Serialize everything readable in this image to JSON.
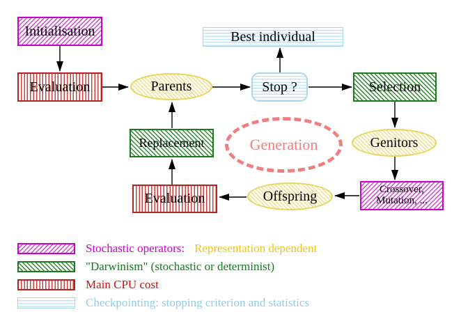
{
  "nodes": {
    "initialisation": "Initialisation",
    "evaluation_top": "Evaluation",
    "parents": "Parents",
    "best_individual": "Best individual",
    "stop": "Stop ?",
    "selection": "Selection",
    "replacement": "Replacement",
    "generation": "Generation",
    "genitors": "Genitors",
    "evaluation_bottom": "Evaluation",
    "offspring": "Offspring",
    "crossover_line1": "Crossover,",
    "crossover_line2": "Mutation, ..."
  },
  "legend": {
    "rows": [
      {
        "label": "Stochastic operators:",
        "label_suffix": "Representation dependent"
      },
      {
        "label": "\"Darwinism\" (stochastic or determinist)"
      },
      {
        "label": "Main CPU cost"
      },
      {
        "label": "Checkpointing: stopping criterion and statistics"
      }
    ]
  },
  "colors": {
    "magenta": "#cc00cc",
    "red": "#b92222",
    "green": "#1e7a1e",
    "yellow": "#e7d55e",
    "cyan": "#a9d8ea",
    "salmon": "#f08080",
    "gold_text": "#edc51e",
    "blue_text": "#94cbe8"
  }
}
